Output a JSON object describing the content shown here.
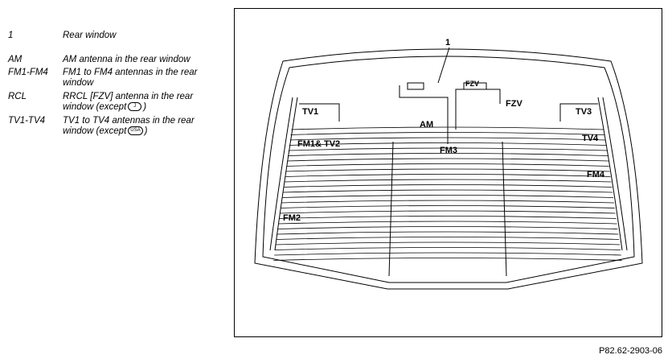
{
  "legend": [
    {
      "key": "1",
      "desc": "Rear window"
    },
    {
      "key": "AM",
      "desc": "AM antenna in the rear window"
    },
    {
      "key": "FM1-FM4",
      "desc": "FM1 to FM4 antennas in the rear window"
    },
    {
      "key": "RCL",
      "desc_before": "RRCL [FZV] antenna in the rear window (except",
      "badge": "J",
      "desc_after": ")"
    },
    {
      "key": "TV1-TV4",
      "desc_before": "TV1 to TV4 antennas in the rear window (except",
      "badge": "USA",
      "desc_after": ")"
    }
  ],
  "diagram": {
    "callout": "1",
    "labels": {
      "fzv": "FZV",
      "fzv_small": "FZV",
      "tv1": "TV1",
      "tv3": "TV3",
      "am": "AM",
      "tv4": "TV4",
      "fm1_tv2": "FM1& TV2",
      "fm3": "FM3",
      "fm4": "FM4",
      "fm2": "FM2"
    }
  },
  "figure_id": "P82.62-2903-06"
}
